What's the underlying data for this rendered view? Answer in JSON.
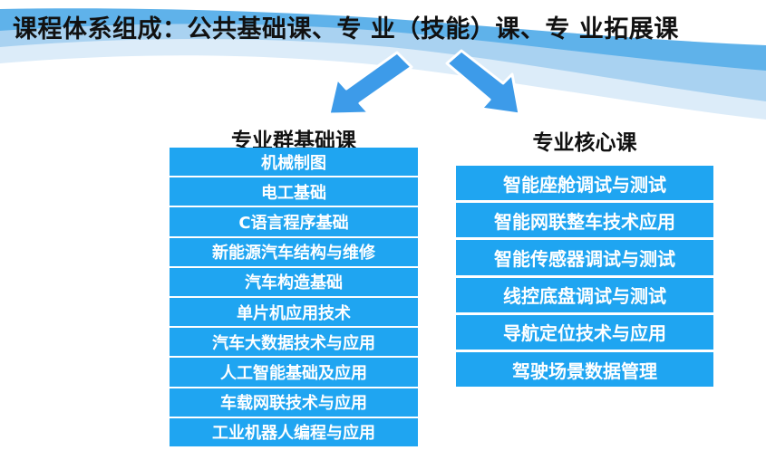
{
  "title": "课程体系组成：公共基础课、专 业（技能）课、专 业拓展课",
  "colors": {
    "box_fill": "#1fa5f1",
    "box_text": "#ffffff",
    "arrow_fill": "#3d9be9",
    "arrow_stroke": "#ffffff",
    "wave_light": "#dcecf9",
    "wave_mid": "#a9d2f1",
    "wave_dark": "#5fb2ea"
  },
  "left_column": {
    "heading": "专业群基础课",
    "items": [
      "机械制图",
      "电工基础",
      "C语言程序基础",
      "新能源汽车结构与维修",
      "汽车构造基础",
      "单片机应用技术",
      "汽车大数据技术与应用",
      "人工智能基础及应用",
      "车载网联技术与应用",
      "工业机器人编程与应用"
    ]
  },
  "right_column": {
    "heading": "专业核心课",
    "items": [
      "智能座舱调试与测试",
      "智能网联整车技术应用",
      "智能传感器调试与测试",
      "线控底盘调试与测试",
      "导航定位技术与应用",
      "驾驶场景数据管理"
    ]
  }
}
